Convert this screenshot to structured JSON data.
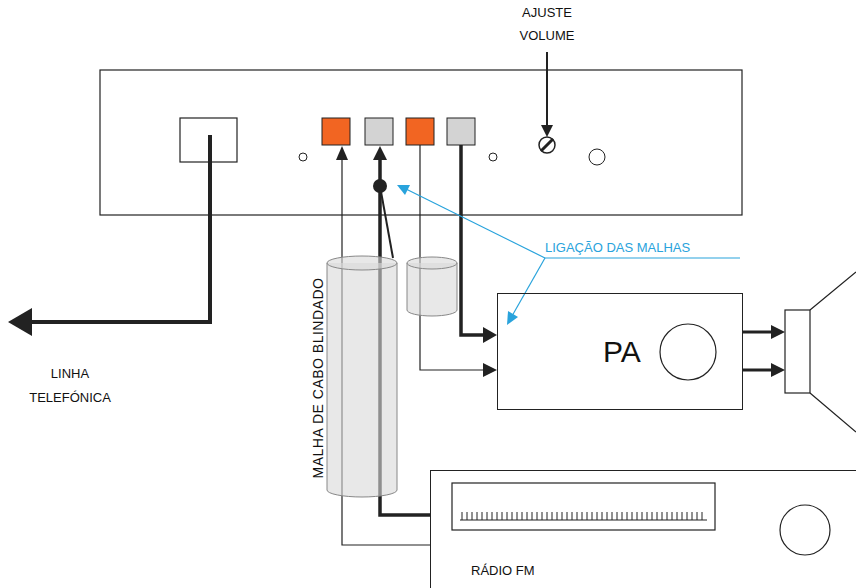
{
  "diagram": {
    "nodes": [
      {
        "text": [
          "PA"
        ]
      },
      {
        "text": [
          "RÁDIO FM"
        ]
      }
    ],
    "labels": [
      "AJUSTE VOLUME",
      "LIGAÇÃO DAS MALHAS",
      "MALHA DE CABO BLINDADO",
      "LINHA TELEFÓNICA"
    ]
  }
}
